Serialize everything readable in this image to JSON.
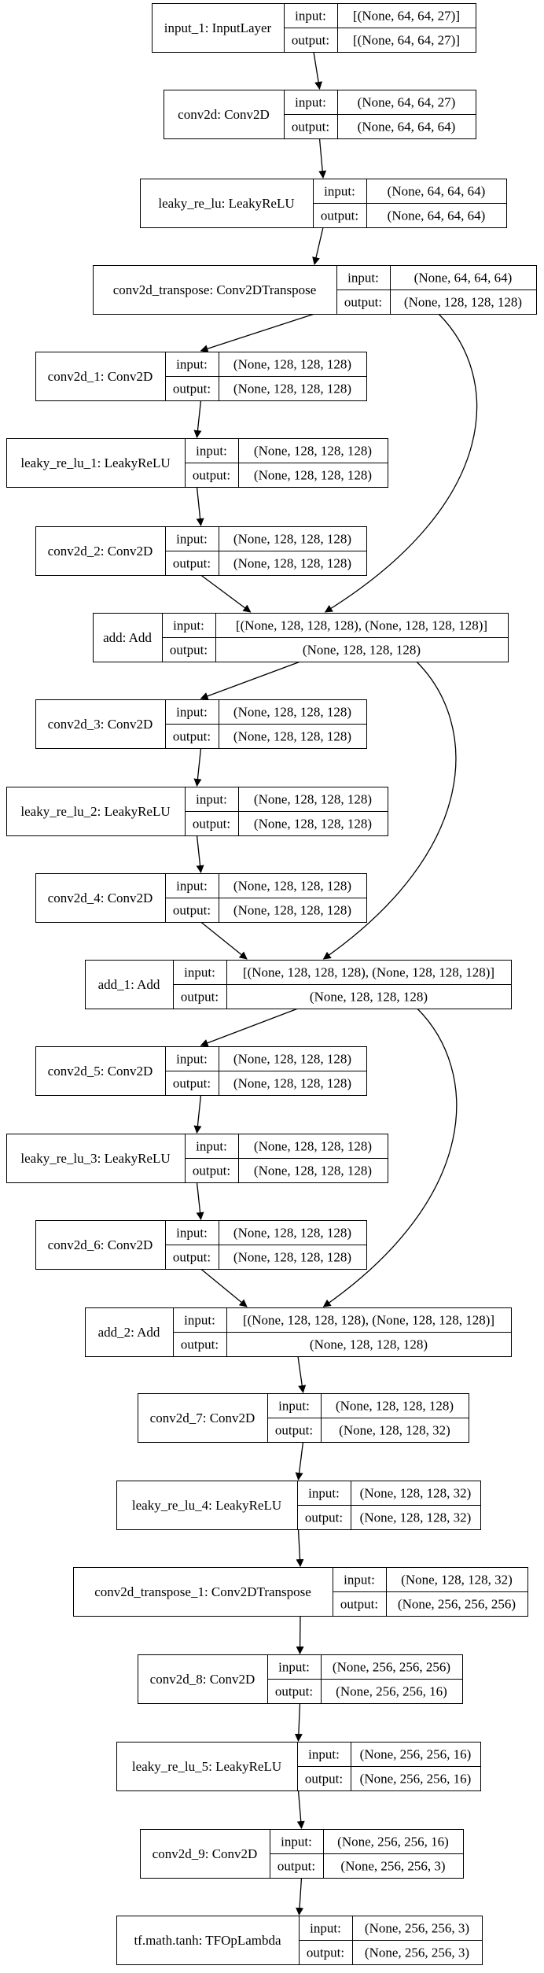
{
  "labels": {
    "input": "input:",
    "output": "output:"
  },
  "nodes": [
    {
      "id": "input_1",
      "name": "input_1: InputLayer",
      "input": "[(None, 64, 64, 27)]",
      "output": "[(None, 64, 64, 27)]"
    },
    {
      "id": "conv2d",
      "name": "conv2d: Conv2D",
      "input": "(None, 64, 64, 27)",
      "output": "(None, 64, 64, 64)"
    },
    {
      "id": "leaky_re_lu",
      "name": "leaky_re_lu: LeakyReLU",
      "input": "(None, 64, 64, 64)",
      "output": "(None, 64, 64, 64)"
    },
    {
      "id": "conv2d_transpose",
      "name": "conv2d_transpose: Conv2DTranspose",
      "input": "(None, 64, 64, 64)",
      "output": "(None, 128, 128, 128)"
    },
    {
      "id": "conv2d_1",
      "name": "conv2d_1: Conv2D",
      "input": "(None, 128, 128, 128)",
      "output": "(None, 128, 128, 128)"
    },
    {
      "id": "leaky_re_lu_1",
      "name": "leaky_re_lu_1: LeakyReLU",
      "input": "(None, 128, 128, 128)",
      "output": "(None, 128, 128, 128)"
    },
    {
      "id": "conv2d_2",
      "name": "conv2d_2: Conv2D",
      "input": "(None, 128, 128, 128)",
      "output": "(None, 128, 128, 128)"
    },
    {
      "id": "add",
      "name": "add: Add",
      "input": "[(None, 128, 128, 128), (None, 128, 128, 128)]",
      "output": "(None, 128, 128, 128)"
    },
    {
      "id": "conv2d_3",
      "name": "conv2d_3: Conv2D",
      "input": "(None, 128, 128, 128)",
      "output": "(None, 128, 128, 128)"
    },
    {
      "id": "leaky_re_lu_2",
      "name": "leaky_re_lu_2: LeakyReLU",
      "input": "(None, 128, 128, 128)",
      "output": "(None, 128, 128, 128)"
    },
    {
      "id": "conv2d_4",
      "name": "conv2d_4: Conv2D",
      "input": "(None, 128, 128, 128)",
      "output": "(None, 128, 128, 128)"
    },
    {
      "id": "add_1",
      "name": "add_1: Add",
      "input": "[(None, 128, 128, 128), (None, 128, 128, 128)]",
      "output": "(None, 128, 128, 128)"
    },
    {
      "id": "conv2d_5",
      "name": "conv2d_5: Conv2D",
      "input": "(None, 128, 128, 128)",
      "output": "(None, 128, 128, 128)"
    },
    {
      "id": "leaky_re_lu_3",
      "name": "leaky_re_lu_3: LeakyReLU",
      "input": "(None, 128, 128, 128)",
      "output": "(None, 128, 128, 128)"
    },
    {
      "id": "conv2d_6",
      "name": "conv2d_6: Conv2D",
      "input": "(None, 128, 128, 128)",
      "output": "(None, 128, 128, 128)"
    },
    {
      "id": "add_2",
      "name": "add_2: Add",
      "input": "[(None, 128, 128, 128), (None, 128, 128, 128)]",
      "output": "(None, 128, 128, 128)"
    },
    {
      "id": "conv2d_7",
      "name": "conv2d_7: Conv2D",
      "input": "(None, 128, 128, 128)",
      "output": "(None, 128, 128, 32)"
    },
    {
      "id": "leaky_re_lu_4",
      "name": "leaky_re_lu_4: LeakyReLU",
      "input": "(None, 128, 128, 32)",
      "output": "(None, 128, 128, 32)"
    },
    {
      "id": "conv2d_transpose_1",
      "name": "conv2d_transpose_1: Conv2DTranspose",
      "input": "(None, 128, 128, 32)",
      "output": "(None, 256, 256, 256)"
    },
    {
      "id": "conv2d_8",
      "name": "conv2d_8: Conv2D",
      "input": "(None, 256, 256, 256)",
      "output": "(None, 256, 256, 16)"
    },
    {
      "id": "leaky_re_lu_5",
      "name": "leaky_re_lu_5: LeakyReLU",
      "input": "(None, 256, 256, 16)",
      "output": "(None, 256, 256, 16)"
    },
    {
      "id": "conv2d_9",
      "name": "conv2d_9: Conv2D",
      "input": "(None, 256, 256, 16)",
      "output": "(None, 256, 256, 3)"
    },
    {
      "id": "tf_math_tanh",
      "name": "tf.math.tanh: TFOpLambda",
      "input": "(None, 256, 256, 3)",
      "output": "(None, 256, 256, 3)"
    }
  ],
  "edges": [
    [
      "input_1",
      "conv2d"
    ],
    [
      "conv2d",
      "leaky_re_lu"
    ],
    [
      "leaky_re_lu",
      "conv2d_transpose"
    ],
    [
      "conv2d_transpose",
      "conv2d_1"
    ],
    [
      "conv2d_1",
      "leaky_re_lu_1"
    ],
    [
      "leaky_re_lu_1",
      "conv2d_2"
    ],
    [
      "conv2d_2",
      "add"
    ],
    [
      "conv2d_transpose",
      "add"
    ],
    [
      "add",
      "conv2d_3"
    ],
    [
      "conv2d_3",
      "leaky_re_lu_2"
    ],
    [
      "leaky_re_lu_2",
      "conv2d_4"
    ],
    [
      "conv2d_4",
      "add_1"
    ],
    [
      "add",
      "add_1"
    ],
    [
      "add_1",
      "conv2d_5"
    ],
    [
      "conv2d_5",
      "leaky_re_lu_3"
    ],
    [
      "leaky_re_lu_3",
      "conv2d_6"
    ],
    [
      "conv2d_6",
      "add_2"
    ],
    [
      "add_1",
      "add_2"
    ],
    [
      "add_2",
      "conv2d_7"
    ],
    [
      "conv2d_7",
      "leaky_re_lu_4"
    ],
    [
      "leaky_re_lu_4",
      "conv2d_transpose_1"
    ],
    [
      "conv2d_transpose_1",
      "conv2d_8"
    ],
    [
      "conv2d_8",
      "leaky_re_lu_5"
    ],
    [
      "leaky_re_lu_5",
      "conv2d_9"
    ],
    [
      "conv2d_9",
      "tf_math_tanh"
    ]
  ]
}
